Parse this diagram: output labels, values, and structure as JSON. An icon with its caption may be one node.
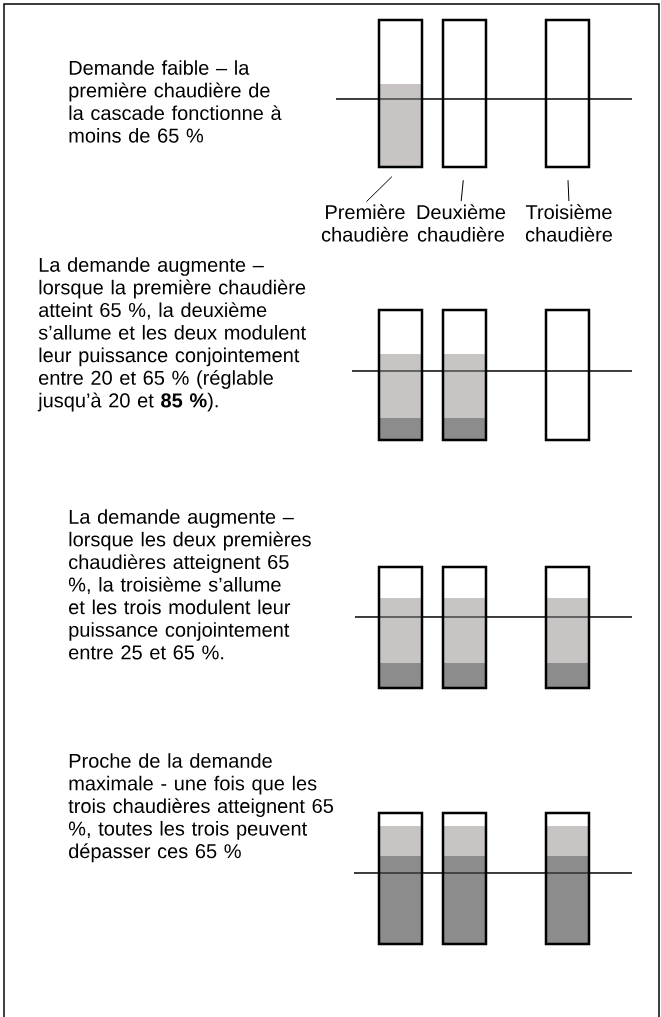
{
  "diagram": {
    "nodes": [
      {
        "text": [],
        "shape": "bar"
      },
      {
        "text": [],
        "shape": "bar"
      },
      {
        "text": [],
        "shape": "bar"
      },
      {
        "text": [
          "Première chaudière"
        ]
      },
      {
        "text": [
          "Deuxième chaudière"
        ]
      },
      {
        "text": [
          "Troisième chaudière"
        ]
      },
      {
        "text": [],
        "shape": "bar"
      },
      {
        "text": [],
        "shape": "bar"
      },
      {
        "text": [],
        "shape": "bar"
      },
      {
        "text": [],
        "shape": "bar"
      },
      {
        "text": [],
        "shape": "bar"
      },
      {
        "text": [],
        "shape": "bar"
      },
      {
        "text": [],
        "shape": "bar"
      },
      {
        "text": [],
        "shape": "bar"
      },
      {
        "text": [],
        "shape": "bar"
      }
    ],
    "edges": [
      {
        "from": 3,
        "to": 0,
        "arrow": "none"
      },
      {
        "from": 4,
        "to": 1,
        "arrow": "none"
      },
      {
        "from": 5,
        "to": 2,
        "arrow": "none"
      }
    ],
    "labels": [
      "Demande faible – la première chaudière de la cascade fonctionne à moins de 65 %",
      "La demande augmente – lorsque la première chaudière atteint 65 %, la deuxième s’allume et les deux modulent leur puissance conjointement entre 20 et 65 % (réglable jusqu’à 20 et **85 %**).",
      "La demande augmente – lorsque les deux premières chaudières atteignent 65 %, la troisième s’allume et les trois modulent leur puissance conjointement entre 25 et 65 %.",
      "Proche de la demande maximale - une fois que les trois chaudières atteignent 65 %, toutes les trois peuvent dépasser ces 65 %"
    ]
  }
}
